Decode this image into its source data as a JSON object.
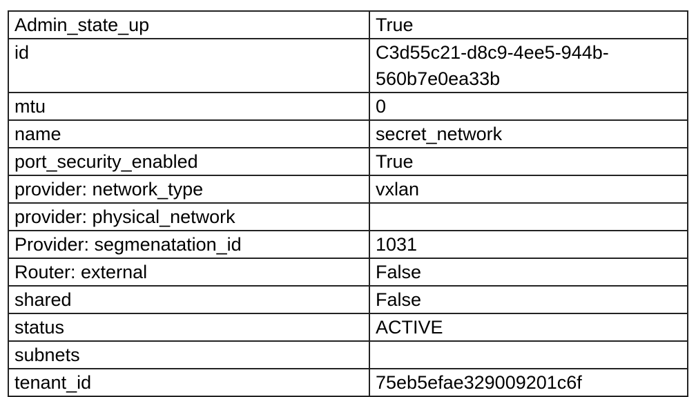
{
  "rows": [
    {
      "key": "Admin_state_up",
      "value": "True"
    },
    {
      "key": "id",
      "value": "C3d55c21-d8c9-4ee5-944b-560b7e0ea33b"
    },
    {
      "key": "mtu",
      "value": "0"
    },
    {
      "key": "name",
      "value": "secret_network"
    },
    {
      "key": "port_security_enabled",
      "value": "True"
    },
    {
      "key": "provider: network_type",
      "value": "vxlan"
    },
    {
      "key": "provider: physical_network",
      "value": ""
    },
    {
      "key": "Provider: segmenatation_id",
      "value": "1031"
    },
    {
      "key": "Router: external",
      "value": "False"
    },
    {
      "key": "shared",
      "value": "False"
    },
    {
      "key": "status",
      "value": "ACTIVE"
    },
    {
      "key": "subnets",
      "value": ""
    },
    {
      "key": "tenant_id",
      "value": "75eb5efae329009201c6f"
    }
  ]
}
